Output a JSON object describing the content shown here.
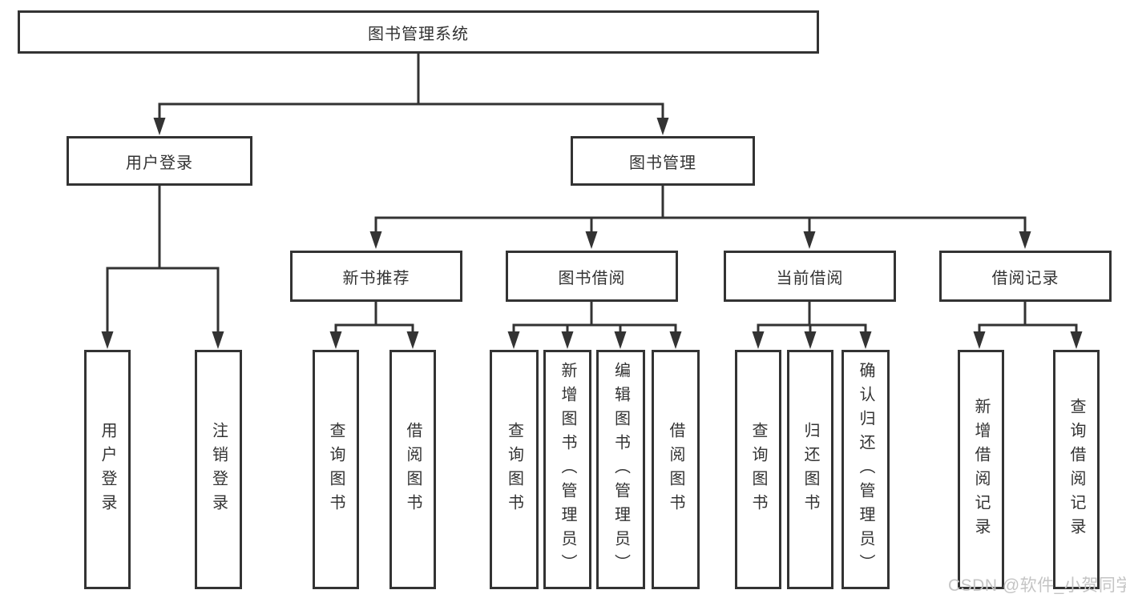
{
  "diagram": {
    "root": {
      "label": "图书管理系统"
    },
    "level2": [
      {
        "label": "用户登录"
      },
      {
        "label": "图书管理"
      }
    ],
    "level3": [
      {
        "label": "新书推荐"
      },
      {
        "label": "图书借阅"
      },
      {
        "label": "当前借阅"
      },
      {
        "label": "借阅记录"
      }
    ],
    "leaves": [
      {
        "label": "用户登录"
      },
      {
        "label": "注销登录"
      },
      {
        "label": "查询图书"
      },
      {
        "label": "借阅图书"
      },
      {
        "label": "查询图书"
      },
      {
        "label": "新增图书（管理员）"
      },
      {
        "label": "编辑图书（管理员）"
      },
      {
        "label": "借阅图书"
      },
      {
        "label": "查询图书"
      },
      {
        "label": "归还图书"
      },
      {
        "label": "确认归还（管理员）"
      },
      {
        "label": "新增借阅记录"
      },
      {
        "label": "查询借阅记录"
      }
    ]
  },
  "watermark": {
    "text": "CSDN @软件_小贺同学"
  },
  "colors": {
    "line": "#333333",
    "text": "#333333",
    "box_fill": "#ffffff",
    "watermark": "#c4c4c4",
    "background": "#ffffff"
  }
}
